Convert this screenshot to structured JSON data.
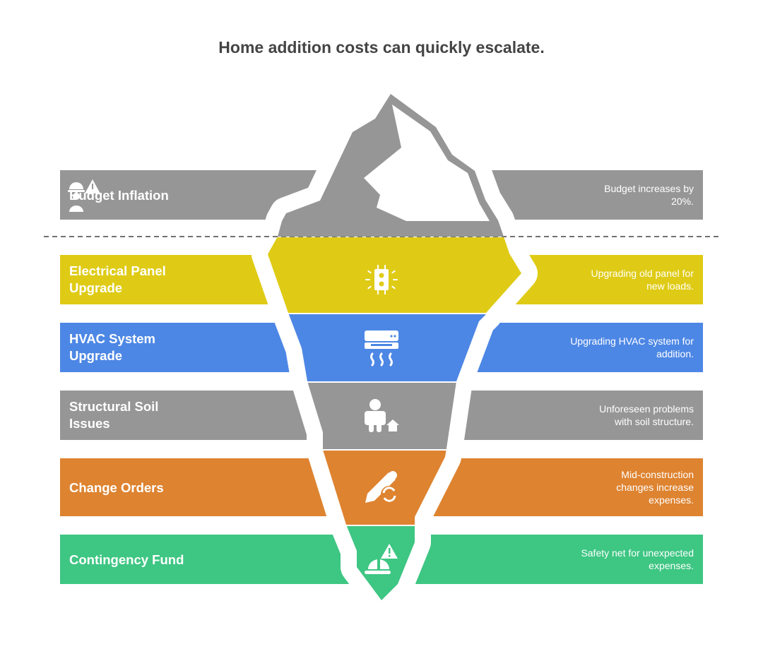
{
  "title": "Home addition costs can quickly escalate.",
  "colors": {
    "gray": "#969696",
    "yellow": "#dfcb16",
    "blue": "#4d87e5",
    "orange": "#de8330",
    "green": "#3ec683"
  },
  "layers": [
    {
      "label": "Budget Inflation",
      "description": "Budget increases by 20%.",
      "icon": "worker-warning-icon",
      "color": "#969696"
    },
    {
      "label": "Electrical Panel Upgrade",
      "description": "Upgrading old panel for new loads.",
      "icon": "electrical-panel-icon",
      "color": "#dfcb16"
    },
    {
      "label": "HVAC System Upgrade",
      "description": "Upgrading HVAC system for addition.",
      "icon": "air-conditioner-icon",
      "color": "#4d87e5"
    },
    {
      "label": "Structural Soil Issues",
      "description": "Unforeseen problems with soil structure.",
      "icon": "person-house-icon",
      "color": "#969696"
    },
    {
      "label": "Change Orders",
      "description": "Mid-construction changes increase expenses.",
      "icon": "pencil-refresh-icon",
      "color": "#de8330"
    },
    {
      "label": "Contingency Fund",
      "description": "Safety net for unexpected expenses.",
      "icon": "hardhat-warning-icon",
      "color": "#3ec683"
    }
  ]
}
